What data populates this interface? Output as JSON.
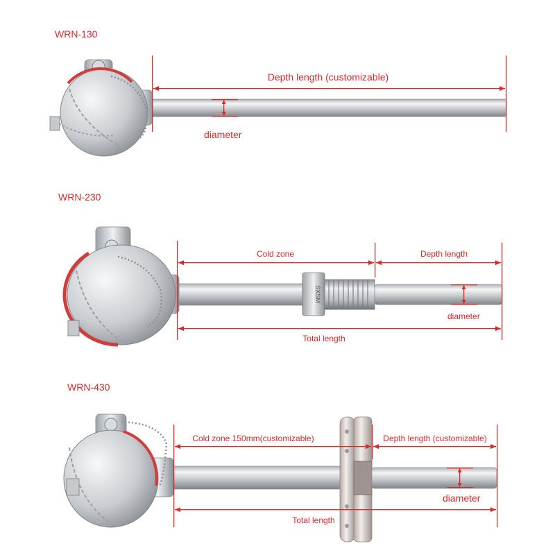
{
  "colors": {
    "annotation": "#d42b2b",
    "metal_light": "#e9ebed",
    "metal_dark": "#8f949a",
    "seal_ring": "#cf3d3d"
  },
  "models": [
    {
      "name": "WRN-130",
      "depth_label": "Depth length (customizable)",
      "diameter_label": "diameter"
    },
    {
      "name": "WRN-230",
      "cold_zone_label": "Cold zone",
      "depth_label": "Depth length",
      "diameter_label": "diameter",
      "total_label": "Total length",
      "fitting_text": "SXSM"
    },
    {
      "name": "WRN-430",
      "cold_zone_label": "Cold zone 150mm(customizable)",
      "depth_label": "Depth length (customizable)",
      "diameter_label": "diameter",
      "total_label": "Total length"
    }
  ]
}
